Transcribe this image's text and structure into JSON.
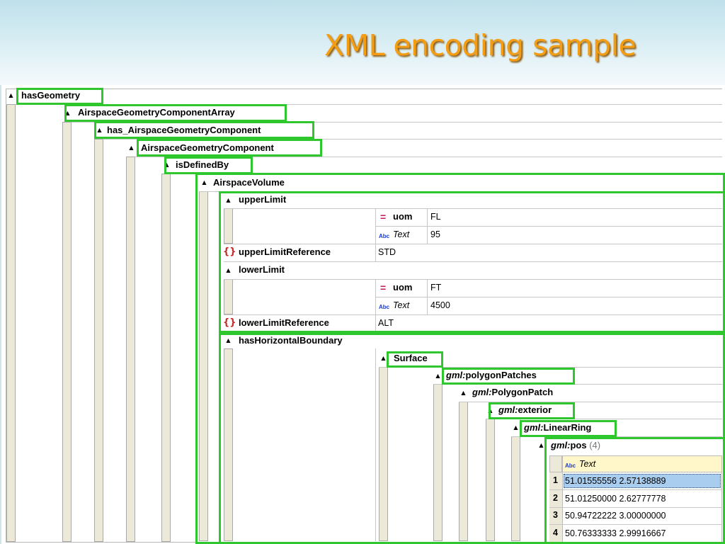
{
  "slide": {
    "title": "XML encoding sample"
  },
  "tree": {
    "hasGeometry": "hasGeometry",
    "componentArray": "AirspaceGeometryComponentArray",
    "hasComponent": "has_AirspaceGeometryComponent",
    "component": "AirspaceGeometryComponent",
    "isDefinedBy": "isDefinedBy",
    "airspaceVolume": "AirspaceVolume",
    "upperLimit": {
      "label": "upperLimit",
      "uom_label": "uom",
      "uom_value": "FL",
      "text_label": "Text",
      "text_value": "95"
    },
    "upperLimitReference": {
      "label": "upperLimitReference",
      "value": "STD"
    },
    "lowerLimit": {
      "label": "lowerLimit",
      "uom_label": "uom",
      "uom_value": "FT",
      "text_label": "Text",
      "text_value": "4500"
    },
    "lowerLimitReference": {
      "label": "lowerLimitReference",
      "value": "ALT"
    },
    "hasHorizontalBoundary": "hasHorizontalBoundary",
    "surface": "Surface",
    "gml_prefix": "gml:",
    "polygonPatches": "polygonPatches",
    "polygonPatch": "PolygonPatch",
    "exterior": "exterior",
    "linearRing": "LinearRing",
    "pos": {
      "label": "pos",
      "count": "(4)",
      "column": "Text"
    },
    "pos_rows": [
      {
        "n": "1",
        "value": "51.01555556 2.57138889"
      },
      {
        "n": "2",
        "value": "51.01250000 2.62777778"
      },
      {
        "n": "3",
        "value": "50.94722222 3.00000000"
      },
      {
        "n": "4",
        "value": "50.76333333 2.99916667"
      }
    ]
  },
  "colors": {
    "title": "#f59d12",
    "highlight": "#2ec82e",
    "selection": "#a9cdef"
  },
  "icons": {
    "collapse": "triangle-up-icon",
    "attribute": "equals-icon",
    "text": "abc-icon",
    "element": "braces-icon"
  }
}
